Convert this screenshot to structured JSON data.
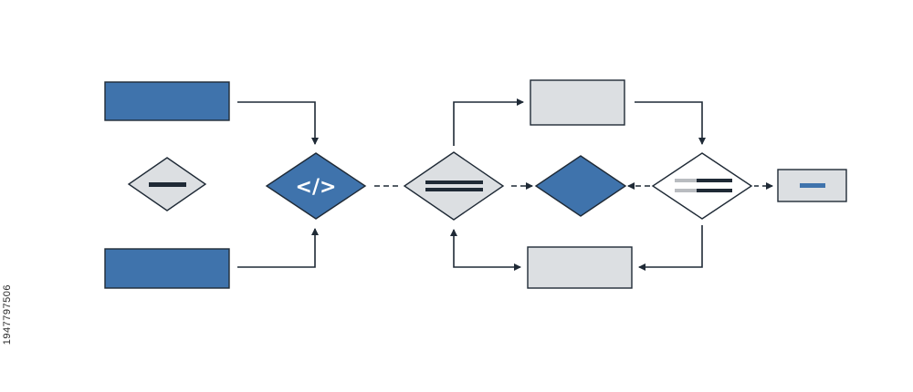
{
  "diagram": {
    "side_id": "1947797506",
    "colors": {
      "blue": "#3f73ac",
      "gray": "#dcdfe2",
      "stroke": "#1f2a36",
      "white": "#ffffff",
      "bar_dark": "#1f2a36",
      "bar_light": "#b9bcc0"
    },
    "code_symbol": "</>",
    "nodes": [
      {
        "id": "input-top",
        "shape": "rect",
        "fill": "blue"
      },
      {
        "id": "input-bottom",
        "shape": "rect",
        "fill": "blue"
      },
      {
        "id": "start-decision",
        "shape": "diamond",
        "fill": "gray",
        "icon": "minus-bar-icon"
      },
      {
        "id": "code-decision",
        "shape": "diamond",
        "fill": "blue",
        "icon": "code-icon"
      },
      {
        "id": "main-decision",
        "shape": "diamond",
        "fill": "gray",
        "icon": "two-lines-icon"
      },
      {
        "id": "center-decision",
        "shape": "diamond",
        "fill": "blue"
      },
      {
        "id": "text-decision",
        "shape": "diamond",
        "fill": "white",
        "icon": "text-lines-icon"
      },
      {
        "id": "process-top",
        "shape": "rect",
        "fill": "gray"
      },
      {
        "id": "process-bottom",
        "shape": "rect",
        "fill": "gray"
      },
      {
        "id": "output-end",
        "shape": "rect",
        "fill": "gray",
        "icon": "blue-bar-icon"
      }
    ],
    "connectors": [
      {
        "from": "input-top",
        "to": "code-decision",
        "style": "solid",
        "arrow": true
      },
      {
        "from": "input-bottom",
        "to": "code-decision",
        "style": "solid",
        "arrow": true
      },
      {
        "from": "code-decision",
        "to": "main-decision",
        "style": "dashed",
        "arrow": false
      },
      {
        "from": "main-decision",
        "to": "process-top",
        "style": "solid",
        "arrow": true
      },
      {
        "from": "main-decision",
        "to": "center-decision",
        "style": "dashed",
        "arrow": true
      },
      {
        "from": "text-decision",
        "to": "center-decision",
        "style": "dashed",
        "arrow": true
      },
      {
        "from": "process-top",
        "to": "text-decision",
        "style": "solid",
        "arrow": true
      },
      {
        "from": "text-decision",
        "to": "process-bottom",
        "style": "solid",
        "arrow": true
      },
      {
        "from": "main-decision",
        "to": "process-bottom",
        "style": "solid",
        "arrow": true,
        "bidirectional": true
      },
      {
        "from": "text-decision",
        "to": "output-end",
        "style": "dashed",
        "arrow": true
      }
    ]
  }
}
